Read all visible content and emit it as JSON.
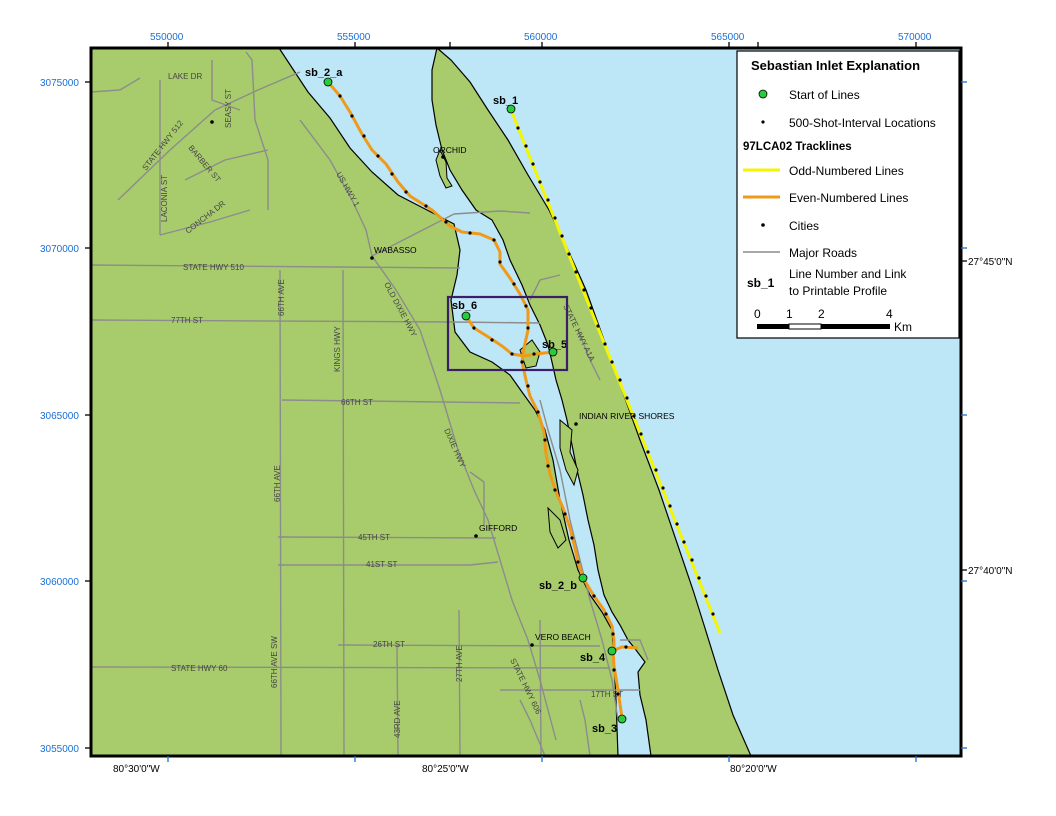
{
  "map": {
    "x_ticks_top": [
      "550000",
      "555000",
      "560000",
      "565000",
      "570000"
    ],
    "y_ticks_left": [
      "3075000",
      "3070000",
      "3065000",
      "3060000",
      "3055000"
    ],
    "lon_ticks_bottom": [
      "80°30'0\"W",
      "80°25'0\"W",
      "80°20'0\"W"
    ],
    "lat_ticks_right": [
      "27°45'0\"N",
      "27°40'0\"N"
    ]
  },
  "colors": {
    "land": "#a8cc6c",
    "water": "#bde6f6",
    "odd_line": "#f5f500",
    "even_line": "#f09a1a",
    "start_point": "#27cc3b",
    "roads": "#8c8c8c",
    "inset_box": "#3a1e6a",
    "tick_text": "#1a6fd6"
  },
  "roads": [
    "LAKE DR",
    "SEASY ST",
    "STATE HWY 512",
    "LACONIA ST",
    "BARBER ST",
    "CONCHA DR",
    "US HWY 1",
    "STATE HWY 510",
    "OLD DIXIE HWY",
    "KINGS HWY",
    "77TH ST",
    "66TH AVE",
    "STATE HWY A1A",
    "66TH ST",
    "DIXIE HWY",
    "45TH ST",
    "41ST ST",
    "66TH AVE",
    "26TH ST",
    "STATE HWY 60",
    "66TH AVE SW",
    "27TH AVE",
    "43RD AVE",
    "STATE HWY 606",
    "17TH ST"
  ],
  "cities": [
    "ORCHID",
    "WABASSO",
    "INDIAN RIVER SHORES",
    "GIFFORD",
    "VERO BEACH"
  ],
  "line_labels": [
    "sb_2_a",
    "sb_1",
    "sb_6",
    "sb_5",
    "sb_2_b",
    "sb_4",
    "sb_3"
  ],
  "legend": {
    "title": "Sebastian Inlet Explanation",
    "start_of_lines": "Start of Lines",
    "shot_interval": "500-Shot-Interval Locations",
    "subtitle": "97LCA02 Tracklines",
    "odd_lines": "Odd-Numbered Lines",
    "even_lines": "Even-Numbered Lines",
    "cities": "Cities",
    "major_roads": "Major Roads",
    "sample_label": "sb_1",
    "link_line1": "Line Number and Link",
    "link_line2": "to Printable Profile",
    "scale_ticks": [
      "0",
      "1",
      "2",
      "4"
    ],
    "scale_unit": "Km"
  }
}
